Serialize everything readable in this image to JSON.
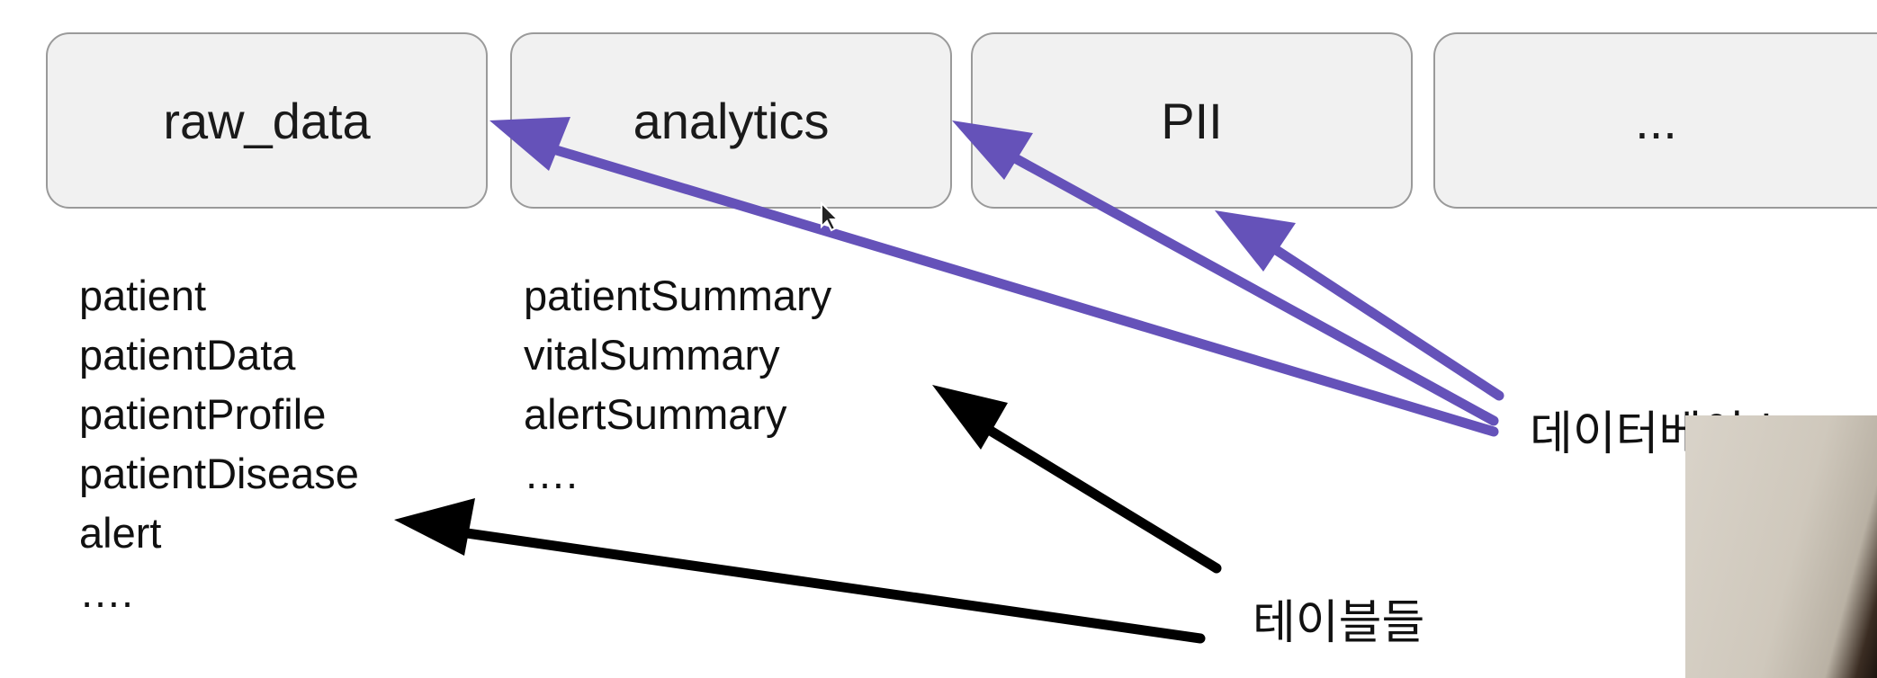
{
  "databases": [
    "raw_data",
    "analytics",
    "PII",
    "..."
  ],
  "tables": {
    "raw_data": [
      "patient",
      "patientData",
      "patientProfile",
      "patientDisease",
      "alert",
      "…."
    ],
    "analytics": [
      "patientSummary",
      "vitalSummary",
      "alertSummary",
      "…."
    ]
  },
  "labels": {
    "databases": "데이터베이스",
    "tables": "테이블들"
  },
  "colors": {
    "database_arrow": "#6552b9",
    "table_arrow": "#000000",
    "box_fill": "#f1f1f1",
    "box_border": "#9a9a9a"
  }
}
